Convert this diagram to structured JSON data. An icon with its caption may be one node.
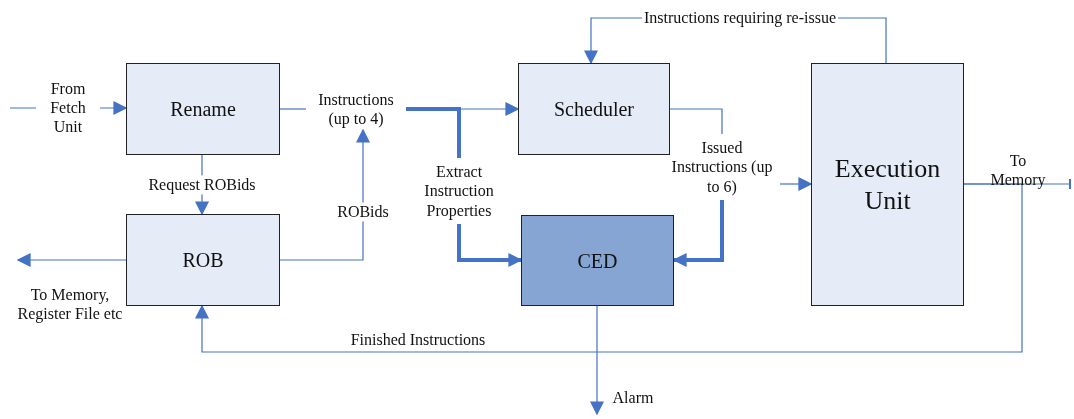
{
  "diagram": {
    "nodes": [
      {
        "text": [
          "Rename"
        ]
      },
      {
        "text": [
          "ROB"
        ]
      },
      {
        "text": [
          "Scheduler"
        ]
      },
      {
        "text": [
          "CED"
        ]
      },
      {
        "text": [
          "Execution Unit"
        ]
      },
      {
        "text": [
          "Instructions (up to 4)"
        ]
      },
      {
        "text": [
          "Extract Instruction Properties"
        ]
      },
      {
        "text": [
          "Issued Instructions (up to 6)"
        ]
      }
    ],
    "edges": [
      {
        "from": null,
        "to": 0,
        "arrow": "to",
        "label": "From Fetch Unit"
      },
      {
        "from": 0,
        "to": 1,
        "arrow": "to",
        "label": "Request ROBids"
      },
      {
        "from": 0,
        "to": 5,
        "arrow": "none"
      },
      {
        "from": 1,
        "to": 5,
        "arrow": "to",
        "label": "ROBids"
      },
      {
        "from": 5,
        "to": 2,
        "arrow": "to"
      },
      {
        "from": 5,
        "to": 6,
        "arrow": "none",
        "style": "thick"
      },
      {
        "from": 6,
        "to": 3,
        "arrow": "to",
        "style": "thick"
      },
      {
        "from": 2,
        "to": 7,
        "arrow": "none"
      },
      {
        "from": 7,
        "to": 4,
        "arrow": "to"
      },
      {
        "from": 7,
        "to": 3,
        "arrow": "to",
        "style": "thick"
      },
      {
        "from": 4,
        "to": 2,
        "arrow": "to",
        "label": "Instructions requiring re-issue"
      },
      {
        "from": 4,
        "to": null,
        "arrow": "other",
        "label": "To Memory"
      },
      {
        "from": 4,
        "to": 1,
        "arrow": "to",
        "label": "Finished Instructions"
      },
      {
        "from": 1,
        "to": null,
        "arrow": "to",
        "label": "To Memory, Register File etc"
      },
      {
        "from": 3,
        "to": null,
        "arrow": "to",
        "label": "Alarm"
      }
    ]
  }
}
